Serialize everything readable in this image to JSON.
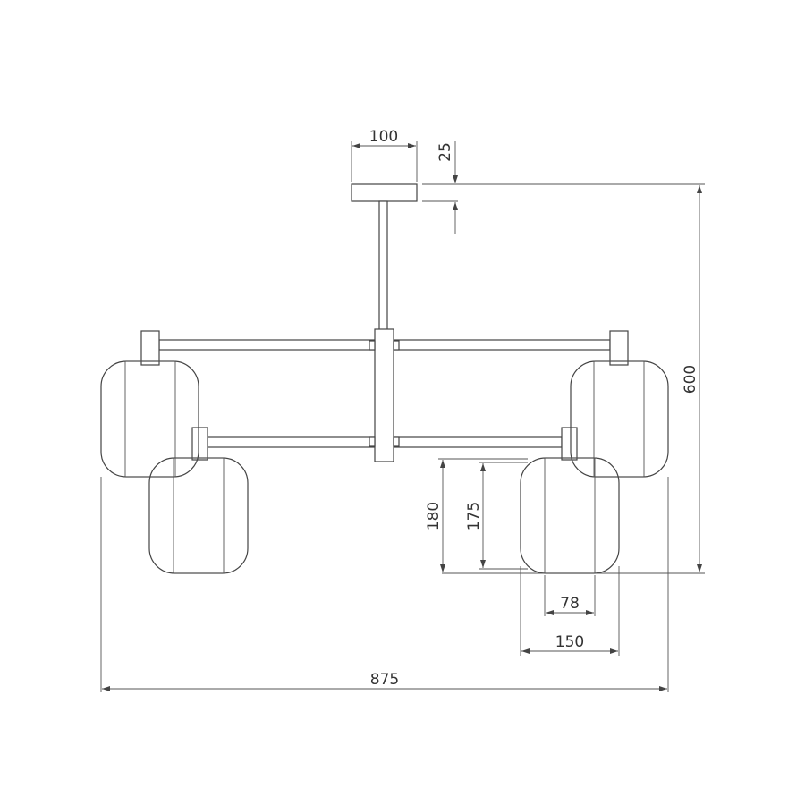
{
  "drawing": {
    "dimensions": {
      "canopy_width": "100",
      "canopy_height": "25",
      "total_height": "600",
      "shade_height": "180",
      "shade_inner_height": "175",
      "shade_inner_width": "78",
      "shade_width": "150",
      "total_width": "875"
    },
    "colors": {
      "line": "#444444",
      "mesh": "#666666",
      "text": "#333333",
      "background": "#ffffff"
    }
  }
}
